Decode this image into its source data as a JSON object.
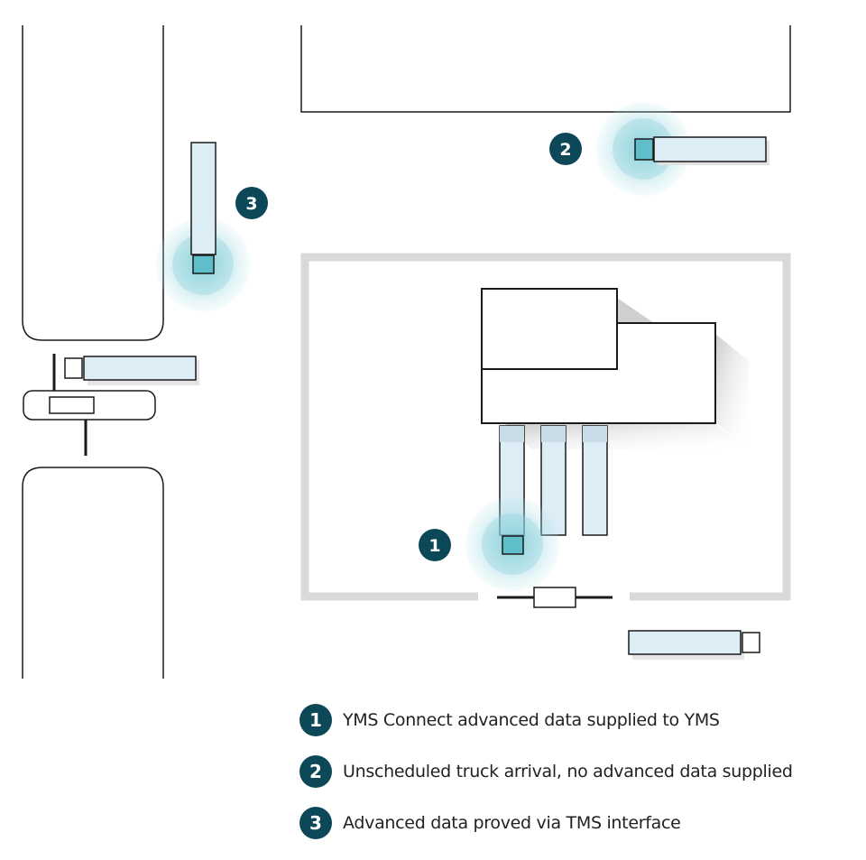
{
  "colors": {
    "badge": "#0d4858",
    "truck_fill": "#dcedf6",
    "cab_fill": "#5fbec9",
    "glow": "#8fd3de",
    "wall": "#d9d9d9",
    "line": "#1a1a1a",
    "shadow": "#cfcfcf"
  },
  "markers": [
    {
      "number": "1",
      "icon": "gps-pulse-icon"
    },
    {
      "number": "2",
      "icon": "gps-pulse-icon"
    },
    {
      "number": "3",
      "icon": "gps-pulse-icon"
    }
  ],
  "legend": [
    {
      "number": "1",
      "text": "YMS Connect advanced data supplied to YMS"
    },
    {
      "number": "2",
      "text": "Unscheduled truck arrival, no advanced data supplied"
    },
    {
      "number": "3",
      "text": "Advanced data proved via TMS interface"
    }
  ]
}
